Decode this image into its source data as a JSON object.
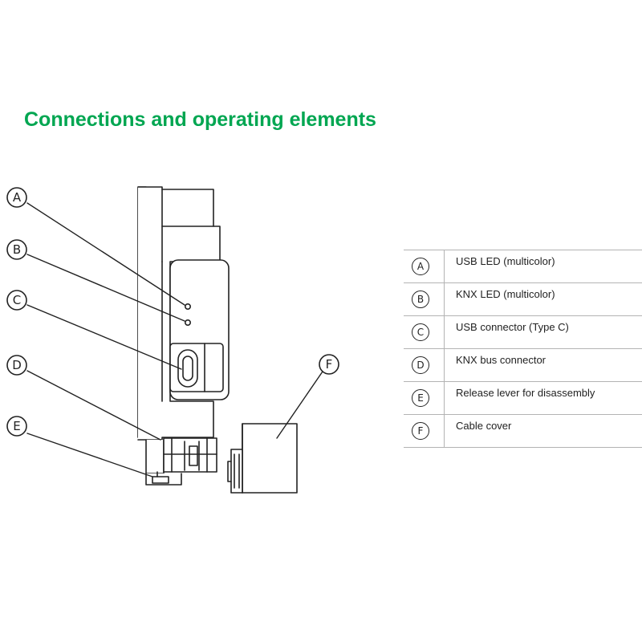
{
  "title": "Connections and operating elements",
  "colors": {
    "title": "#00a651",
    "line": "#222222",
    "device_fill": "#ffffff"
  },
  "callouts": [
    "A",
    "B",
    "C",
    "D",
    "E",
    "F"
  ],
  "legend": [
    {
      "letter": "A",
      "text": "USB LED (multicolor)"
    },
    {
      "letter": "B",
      "text": "KNX LED (multicolor)"
    },
    {
      "letter": "C",
      "text": "USB connector (Type C)"
    },
    {
      "letter": "D",
      "text": "KNX bus connector"
    },
    {
      "letter": "E",
      "text": "Release lever for disassembly"
    },
    {
      "letter": "F",
      "text": "Cable cover"
    }
  ]
}
